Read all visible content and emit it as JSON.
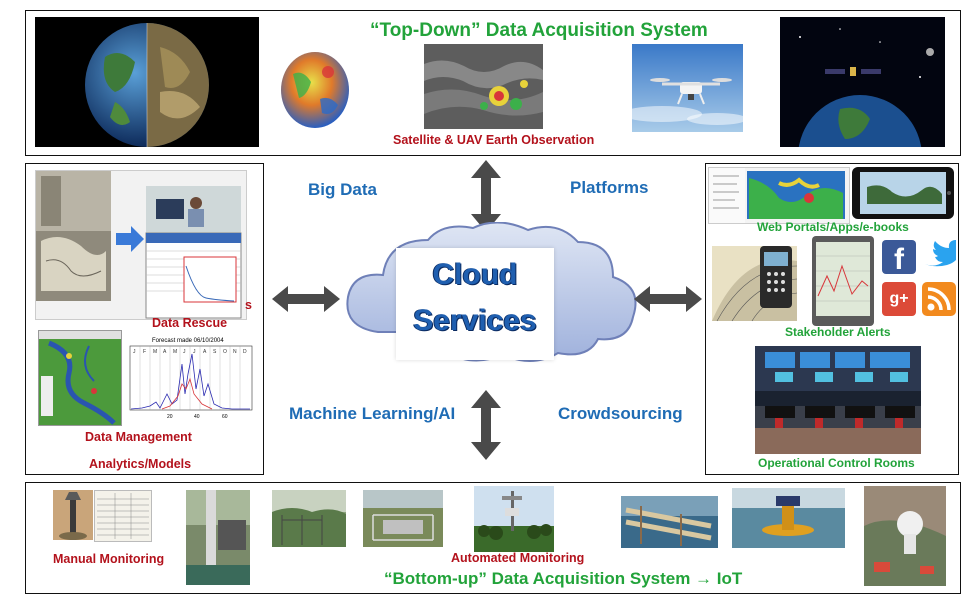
{
  "top": {
    "title": "“Top-Down” Data Acquisition System",
    "satellite_label": "Satellite & UAV Earth Observation"
  },
  "left": {
    "data_rescue": "Data Rescue",
    "data_rescue_fragment": "s",
    "forecast_caption": "Forecast made 06/10/2004",
    "months": [
      "J",
      "F",
      "M",
      "A",
      "M",
      "J",
      "J",
      "A",
      "S",
      "O",
      "N",
      "D"
    ],
    "data_management": "Data Management",
    "analytics": "Analytics/Models"
  },
  "center": {
    "big_data": "Big Data",
    "platforms": "Platforms",
    "cloud_line1": "Cloud",
    "cloud_line2": "Services",
    "ml_ai": "Machine Learning/AI",
    "crowdsourcing": "Crowdsourcing"
  },
  "right": {
    "web_portals": "Web Portals/Apps/e-books",
    "stakeholder_alerts": "Stakeholder Alerts",
    "control_rooms": "Operational Control Rooms"
  },
  "bottom": {
    "manual": "Manual Monitoring",
    "automated": "Automated Monitoring",
    "title": "“Bottom-up” Data Acquisition System → IoT"
  },
  "colors": {
    "title_green": "#22a33a",
    "label_red": "#b3121c",
    "label_blue": "#1f6cb5",
    "arrow_gray": "#4a4a4a"
  }
}
